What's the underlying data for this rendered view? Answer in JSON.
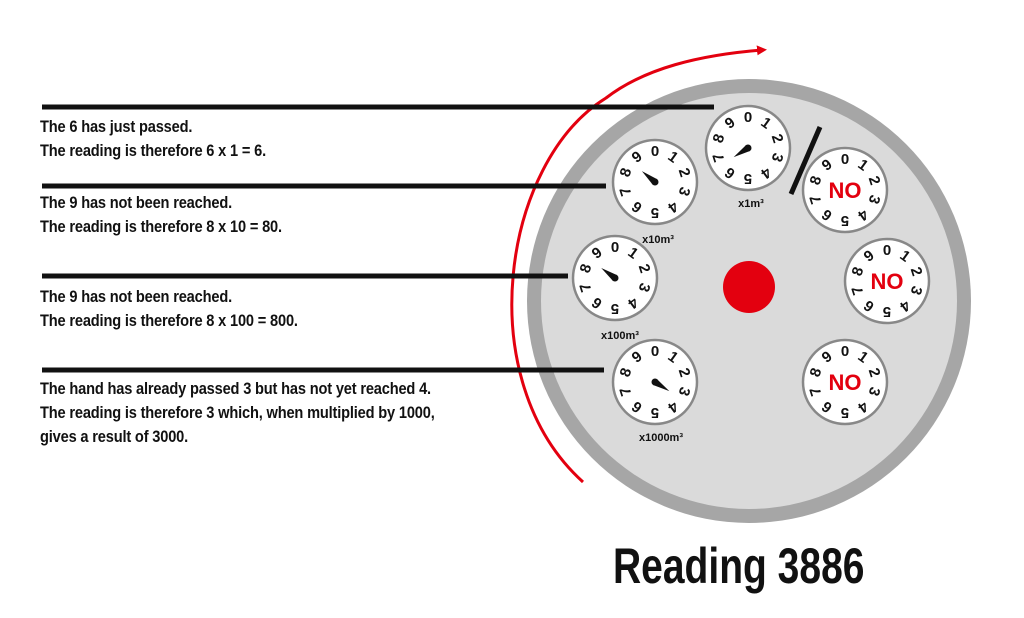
{
  "explanations": [
    {
      "line1": "The 6 has just passed.",
      "line2": "The reading is therefore 6 x 1 = 6.",
      "line3": ""
    },
    {
      "line1": "The 9 has not been reached.",
      "line2": "The reading is therefore 8 x 10 = 80.",
      "line3": ""
    },
    {
      "line1": "The 9 has not been reached.",
      "line2": "The reading is therefore 8 x 100 = 800.",
      "line3": ""
    },
    {
      "line1": "The hand has already passed 3 but has not yet reached 4.",
      "line2": "The reading is therefore 3 which, when multiplied by 1000,",
      "line3": "gives a result of 3000."
    }
  ],
  "result": "Reading 3886",
  "dial_digits": [
    "0",
    "1",
    "2",
    "3",
    "4",
    "5",
    "6",
    "7",
    "8",
    "9"
  ],
  "dials": [
    {
      "label": "x1m³",
      "reading": 6.6
    },
    {
      "label": "x10m³",
      "reading": 8.6
    },
    {
      "label": "x100m³",
      "reading": 8.5
    },
    {
      "label": "x1000m³",
      "reading": 3.4
    }
  ],
  "unused_dials": [
    {
      "label": "NO"
    },
    {
      "label": "NO"
    },
    {
      "label": "NO"
    }
  ],
  "colors": {
    "accent_red": "#e3000f",
    "meter_ring": "#a6a6a6",
    "meter_face": "#dadada",
    "ink": "#111111"
  }
}
